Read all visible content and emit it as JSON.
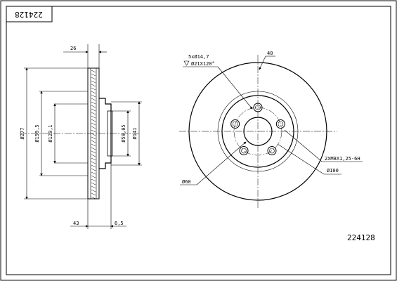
{
  "title_block": {
    "part_number_rotated": "224128",
    "part_number": "224128"
  },
  "side_view": {
    "dims": {
      "thickness_top": "26",
      "outer_diameter": "Ø277",
      "inner_diameter_1": "Ø159,5",
      "inner_diameter_2": "Ø129,1",
      "hub_diameter": "Ø59,05",
      "hat_diameter": "Ø141",
      "height_bottom": "43",
      "hat_thickness": "6,5"
    }
  },
  "front_view": {
    "callouts": {
      "holes": "5xØ14,7",
      "pcd": "Ø21X120°",
      "vent": "40",
      "thread": "2XM8X1,25-6H",
      "bolt_circle": "Ø100",
      "center_bore": "Ø60"
    }
  }
}
